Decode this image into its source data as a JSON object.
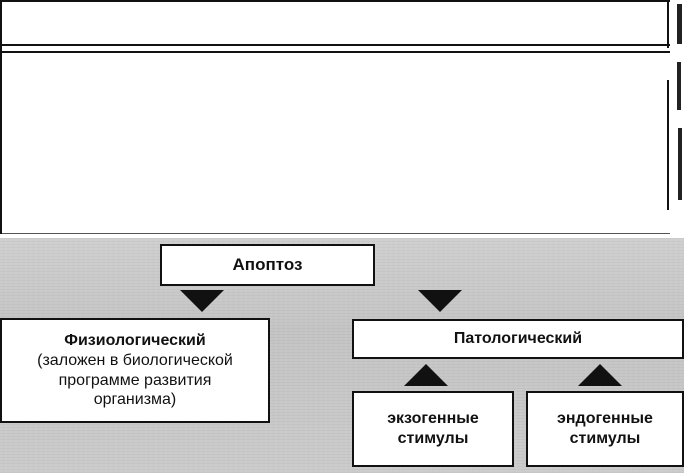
{
  "diagram": {
    "root": "Апоптоз",
    "physiological": {
      "title": "Физиологический",
      "lines": [
        "(заложен в биологической",
        "программе развития",
        "организма)"
      ]
    },
    "pathological": "Патологический",
    "exogenous": [
      "экзогенные",
      "стимулы"
    ],
    "endogenous": [
      "эндогенные",
      "стимулы"
    ]
  }
}
